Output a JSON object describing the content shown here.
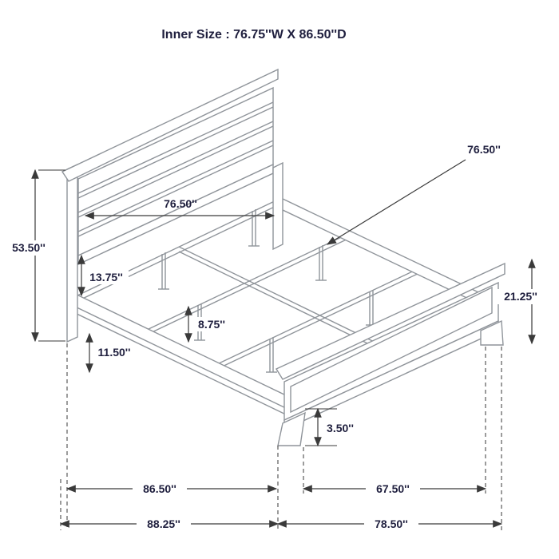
{
  "title": "Inner Size : 76.75''W X 86.50''D",
  "dims": {
    "inner_width": "76.50''",
    "slat_rail_width": "76.50''",
    "headboard_height": "53.50''",
    "headboard_gap": "13.75''",
    "slat_leg_height": "8.75''",
    "rail_clearance": "11.50''",
    "footboard_height": "21.25''",
    "footboard_leg_height": "3.50''",
    "span_left_upper": "86.50''",
    "span_right_upper": "67.50''",
    "span_left_lower": "88.25''",
    "span_right_lower": "78.50''"
  },
  "colors": {
    "line_gray": "#8f949a",
    "dim_dark": "#3a3a3a",
    "text_navy": "#20203f"
  }
}
